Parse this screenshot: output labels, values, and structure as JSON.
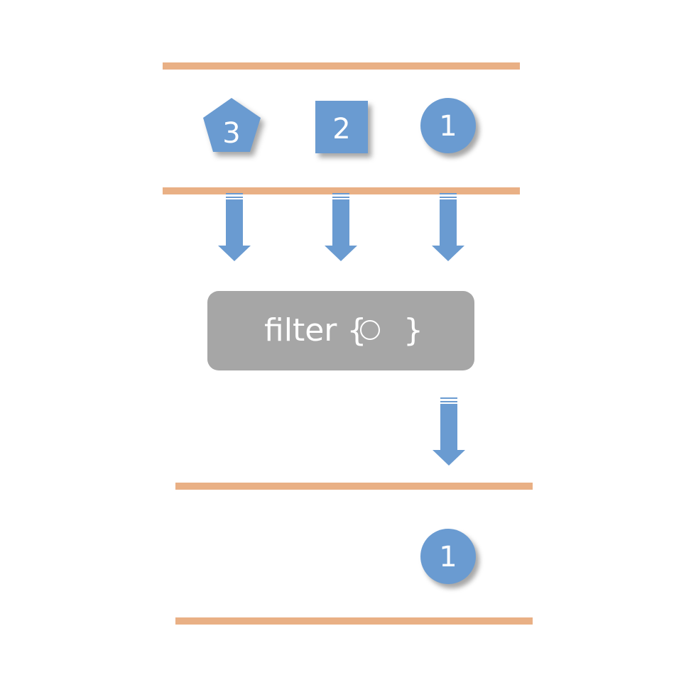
{
  "colors": {
    "rail": "#e9b085",
    "shape_fill": "#6a9bd1",
    "filter_fill": "#a6a6a6",
    "text": "#ffffff"
  },
  "input_stream": {
    "items": [
      {
        "shape": "pentagon",
        "label": "3"
      },
      {
        "shape": "square",
        "label": "2"
      },
      {
        "shape": "circle",
        "label": "1"
      }
    ]
  },
  "filter": {
    "keyword": "filter {",
    "predicate_icon": "circle-outline-icon",
    "closing": "}"
  },
  "output_stream": {
    "items": [
      {
        "shape": "circle",
        "label": "1"
      }
    ]
  }
}
